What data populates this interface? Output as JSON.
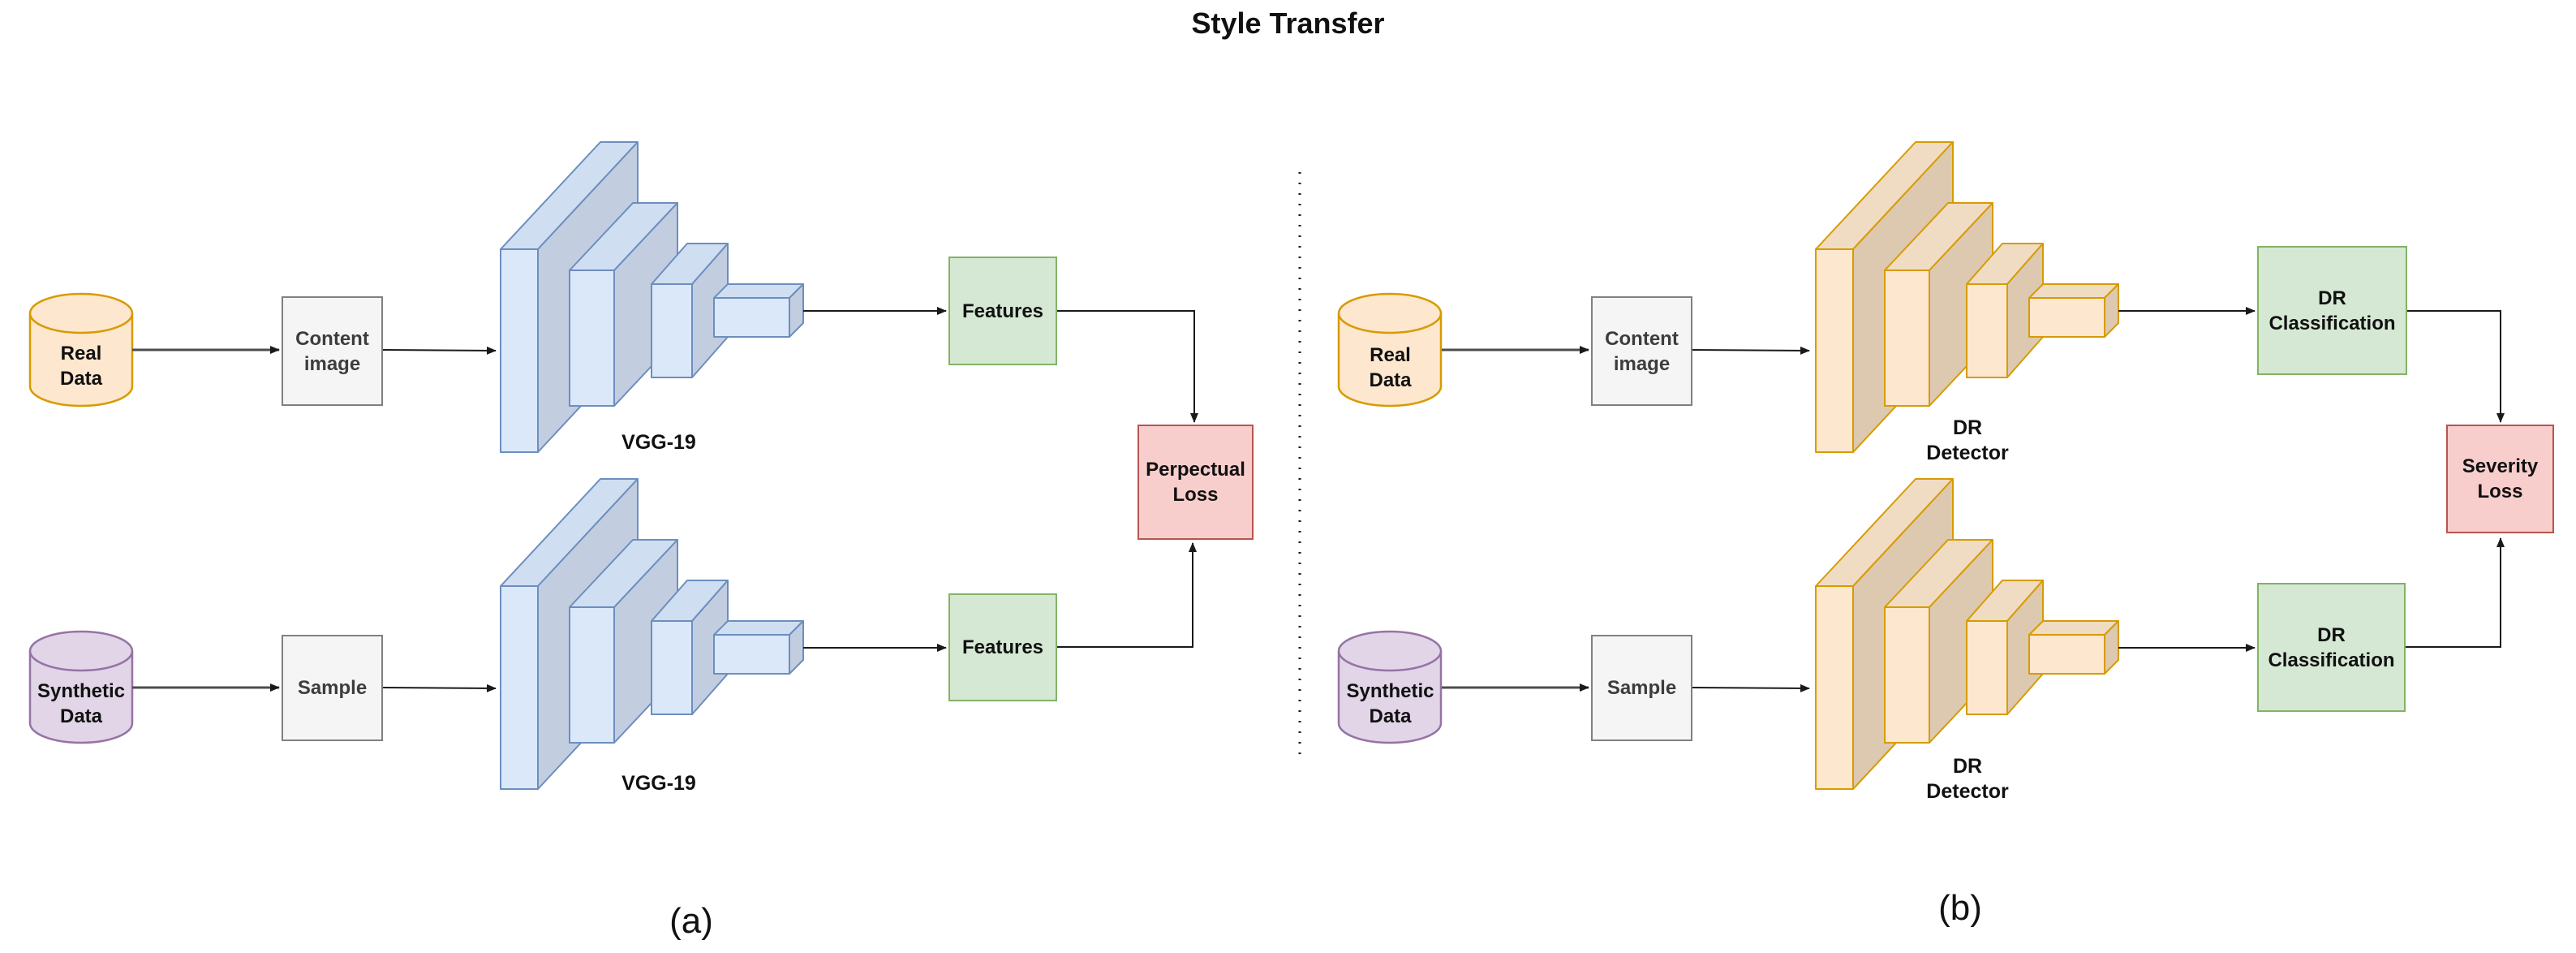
{
  "title": "Style Transfer",
  "colors": {
    "blue_front": "#dbe8fa",
    "blue_top": "#d0def2",
    "blue_side": "#c2cee0",
    "blue_stroke": "#6c8ebf",
    "orange_front": "#fde7ce",
    "orange_top": "#f0dcc3",
    "orange_side": "#ddc9b0",
    "orange_stroke": "#d79b00",
    "green_fill": "#d5e8d4",
    "green_stroke": "#82b366",
    "red_fill": "#f8cecc",
    "red_stroke": "#b85450",
    "gray_fill": "#f5f5f5",
    "gray_stroke": "#808080",
    "purple_fill": "#e1d5e7",
    "purple_stroke": "#9673a6",
    "arrow_gray": "#4d4d4d",
    "arrow_dark": "#1a1a1a",
    "divider": "#1a1a1a"
  },
  "panels": [
    {
      "caption": "(a)",
      "top_branch": {
        "source": "Real\nData",
        "input": "Content\nimage",
        "network": "VGG-19",
        "output": "Features"
      },
      "bottom_branch": {
        "source": "Synthetic\nData",
        "input": "Sample",
        "network": "VGG-19",
        "output": "Features"
      },
      "loss": "Perpectual\nLoss"
    },
    {
      "caption": "(b)",
      "top_branch": {
        "source": "Real\nData",
        "input": "Content\nimage",
        "network": "DR\nDetector",
        "output": "DR\nClassification"
      },
      "bottom_branch": {
        "source": "Synthetic\nData",
        "input": "Sample",
        "network": "DR\nDetector",
        "output": "DR\nClassification"
      },
      "loss": "Severity\nLoss"
    }
  ]
}
